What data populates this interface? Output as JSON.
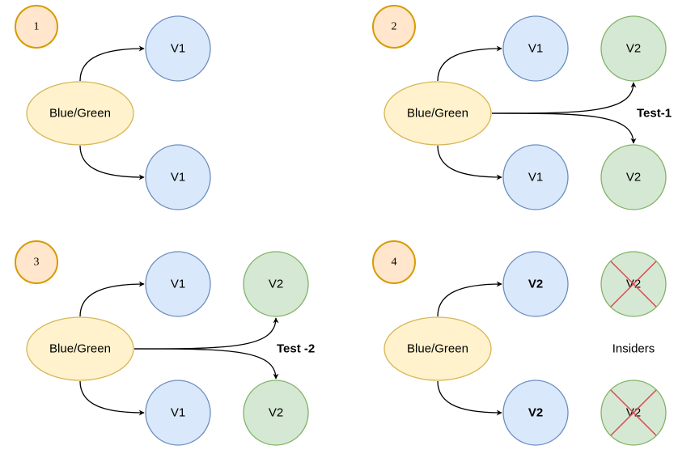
{
  "colors": {
    "step_fill": "#ffe6cc",
    "step_stroke": "#d79b00",
    "hub_fill": "#fff2cc",
    "hub_stroke": "#d6b656",
    "v1_fill": "#dae8fc",
    "v1_stroke": "#6c8ebf",
    "v2_fill": "#d5e8d4",
    "v2_stroke": "#82b366",
    "cross_stroke": "#e0454e"
  },
  "panels": [
    {
      "step": "1",
      "hub": "Blue/Green",
      "targets": [
        "V1",
        "V1"
      ]
    },
    {
      "step": "2",
      "hub": "Blue/Green",
      "targets": [
        "V1",
        "V1"
      ],
      "tests": [
        "V2",
        "V2"
      ],
      "test_label": "Test-1"
    },
    {
      "step": "3",
      "hub": "Blue/Green",
      "targets": [
        "V1",
        "V1"
      ],
      "tests": [
        "V2",
        "V2"
      ],
      "test_label": "Test -2"
    },
    {
      "step": "4",
      "hub": "Blue/Green",
      "targets": [
        "V2",
        "V2"
      ],
      "retired": [
        "V2",
        "V2"
      ],
      "retired_label": "Insiders"
    }
  ]
}
